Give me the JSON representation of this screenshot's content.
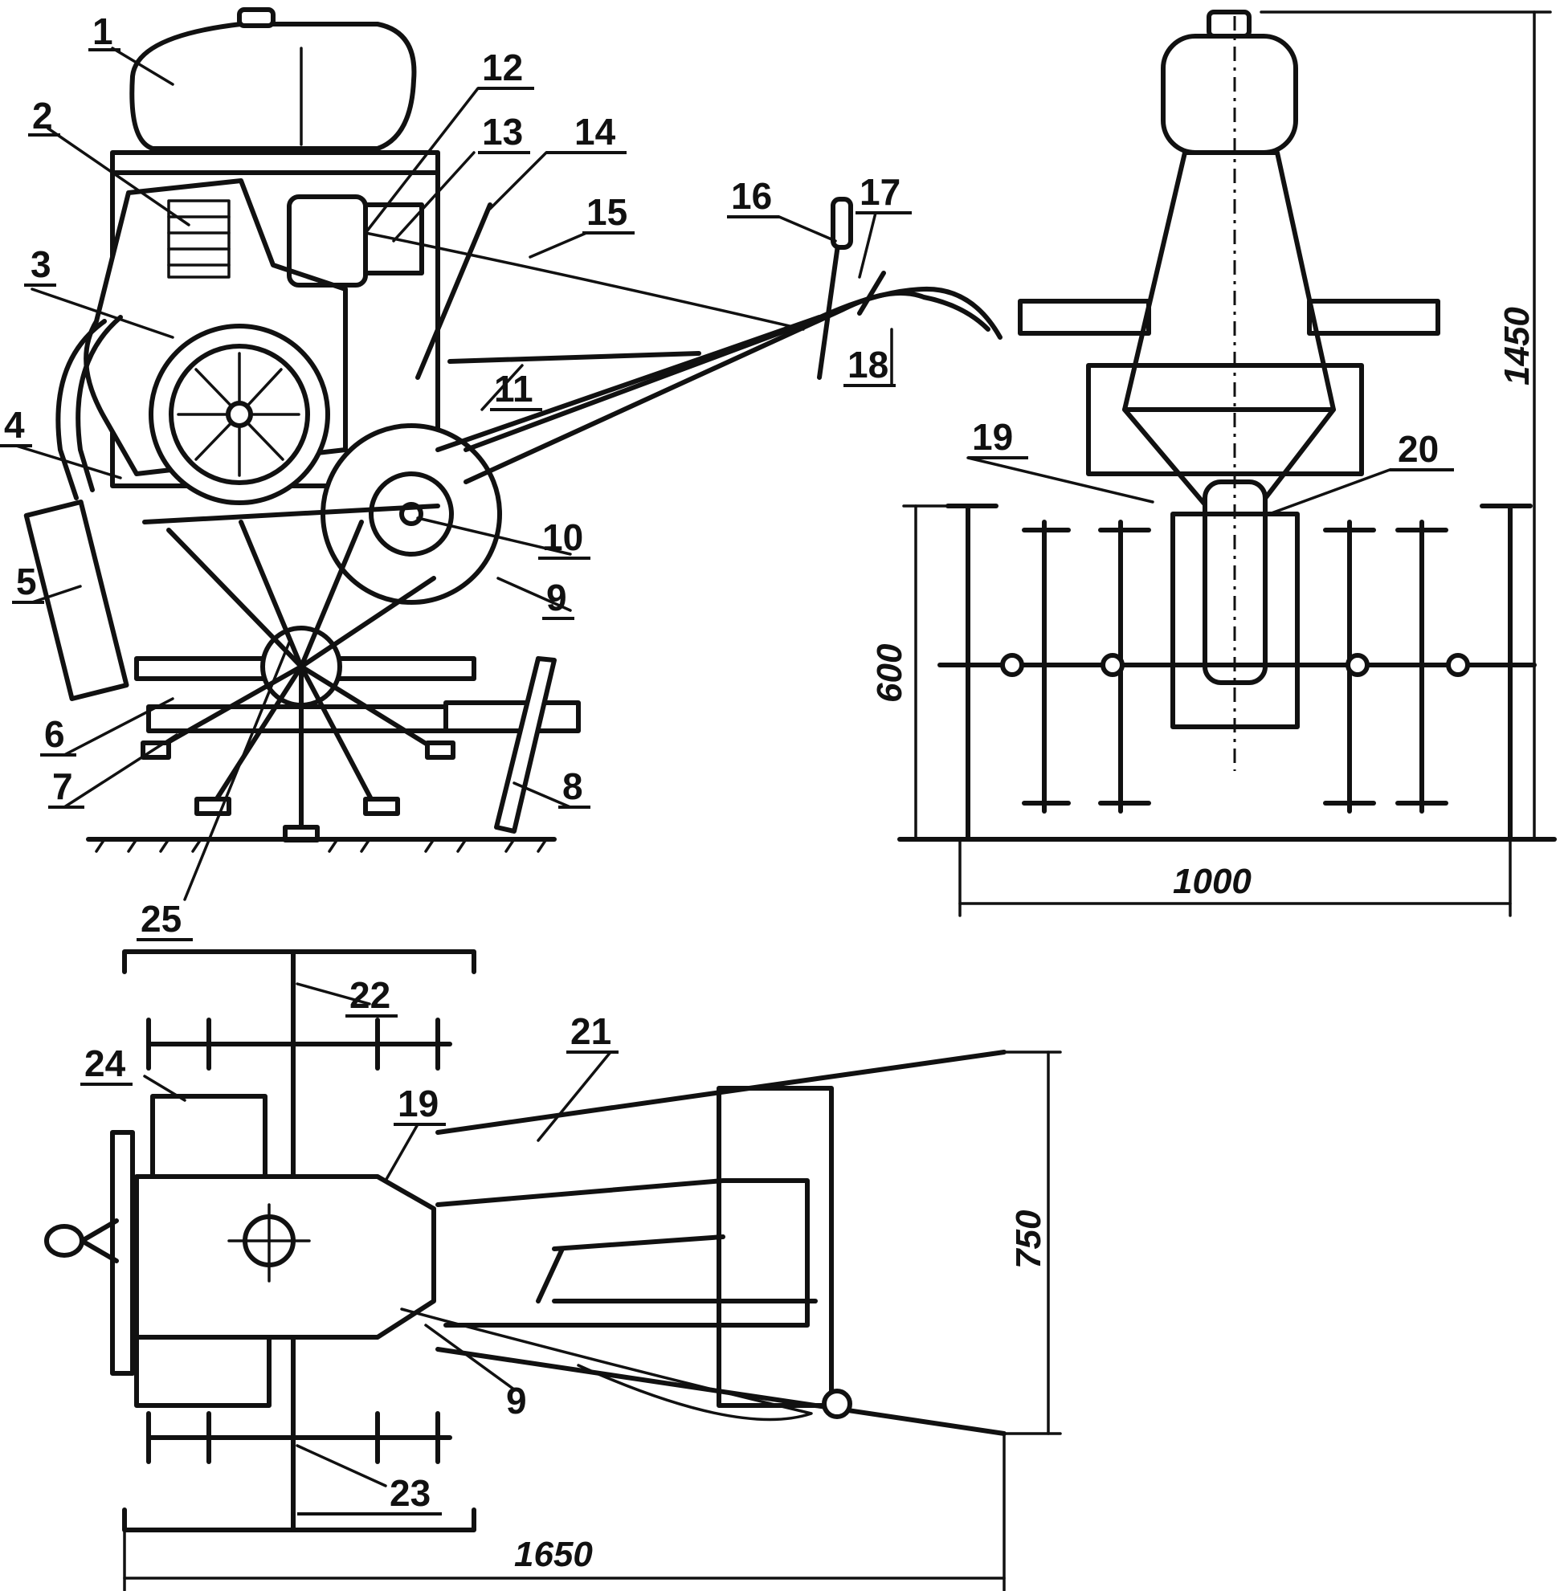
{
  "callouts": {
    "n1": "1",
    "n2": "2",
    "n3": "3",
    "n4": "4",
    "n5": "5",
    "n6": "6",
    "n7": "7",
    "n8": "8",
    "n9": "9",
    "n10": "10",
    "n11": "11",
    "n12": "12",
    "n13": "13",
    "n14": "14",
    "n15": "15",
    "n16": "16",
    "n17": "17",
    "n18": "18",
    "n19": "19",
    "n20": "20",
    "n19b": "19",
    "n21": "21",
    "n22": "22",
    "n23": "23",
    "n24": "24",
    "n25": "25",
    "n9b": "9"
  },
  "dimensions": {
    "height_total": "1450",
    "tiller_height": "600",
    "track_width": "1000",
    "plan_width": "750",
    "overall_length": "1650"
  }
}
